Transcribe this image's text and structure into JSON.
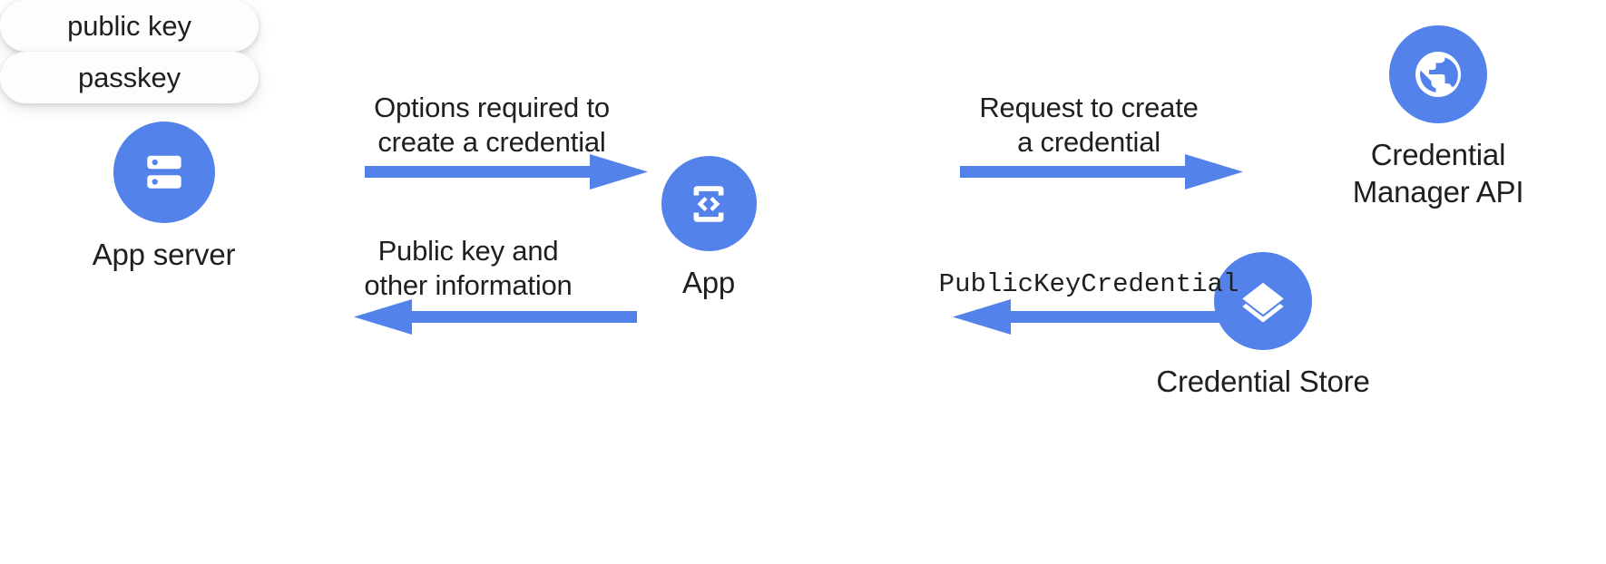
{
  "diagram": {
    "title": "Passkey creation flow",
    "accent_color": "#5282ea",
    "text_color": "#1f1f1f",
    "background": "#ffffff",
    "nodes": [
      {
        "id": "app-server",
        "icon": "server-icon",
        "label": "App server",
        "chip": "public key"
      },
      {
        "id": "app",
        "icon": "app-code-phone-icon",
        "label": "App",
        "chip": null
      },
      {
        "id": "credential-manager-api",
        "icon": "globe-icon",
        "label": "Credential\nManager API",
        "chip": null
      },
      {
        "id": "credential-store",
        "icon": "layers-icon",
        "label": "Credential Store",
        "chip": "passkey"
      }
    ],
    "arrows": [
      {
        "id": "server-to-app",
        "label": "Options required to\ncreate a credential",
        "direction": "right",
        "mono": false
      },
      {
        "id": "app-to-server",
        "label": "Public key and\nother information",
        "direction": "left",
        "mono": false
      },
      {
        "id": "app-to-api",
        "label": "Request to create\na credential",
        "direction": "right",
        "mono": false
      },
      {
        "id": "store-to-app",
        "label": "PublicKeyCredential",
        "direction": "left",
        "mono": true
      }
    ]
  }
}
